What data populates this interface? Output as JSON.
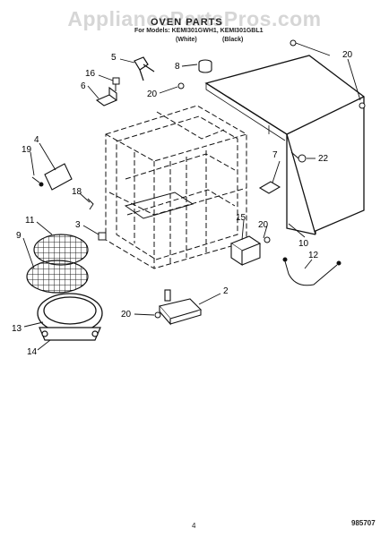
{
  "watermark": "AppliancePartsPros.com",
  "header": {
    "title": "OVEN PARTS",
    "models": "For Models: KEMI301GWH1, KEMI301GBL1",
    "white": "(White)",
    "black": "(Black)"
  },
  "callouts": {
    "c20a": "20",
    "c5": "5",
    "c8": "8",
    "c16": "16",
    "c6": "6",
    "c20b": "20",
    "c4": "4",
    "c19": "19",
    "c7": "7",
    "c22": "22",
    "c18": "18",
    "c3": "3",
    "c15": "15",
    "c20c": "20",
    "c11": "11",
    "c9": "9",
    "c12": "12",
    "c10": "10",
    "c2": "2",
    "c20d": "20",
    "c13": "13",
    "c14": "14"
  },
  "footer": {
    "page": "4",
    "doc": "985707"
  }
}
